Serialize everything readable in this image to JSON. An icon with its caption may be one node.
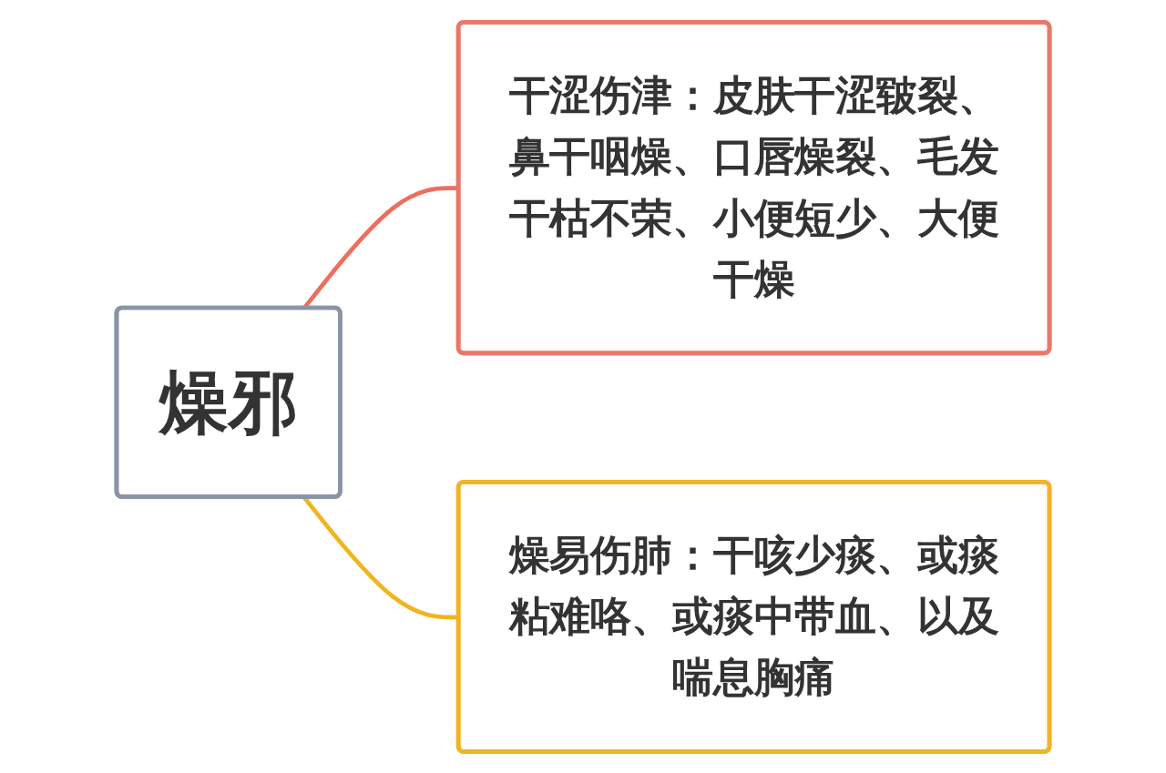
{
  "diagram": {
    "nodes": [
      {
        "text": [
          "燥邪"
        ]
      },
      {
        "text": [
          "干涩伤津：皮肤干涩皲裂、鼻干咽燥、口唇燥裂、毛发干枯不荣、小便短少、大便干燥"
        ]
      },
      {
        "text": [
          "燥易伤肺：干咳少痰、或痰粘难咯、或痰中带血、以及喘息胸痛"
        ]
      }
    ],
    "edges": [
      {
        "from": 0,
        "to": 1,
        "arrow": "none",
        "color": "#ee6e5e"
      },
      {
        "from": 0,
        "to": 2,
        "arrow": "none",
        "color": "#f2b41e"
      }
    ]
  }
}
